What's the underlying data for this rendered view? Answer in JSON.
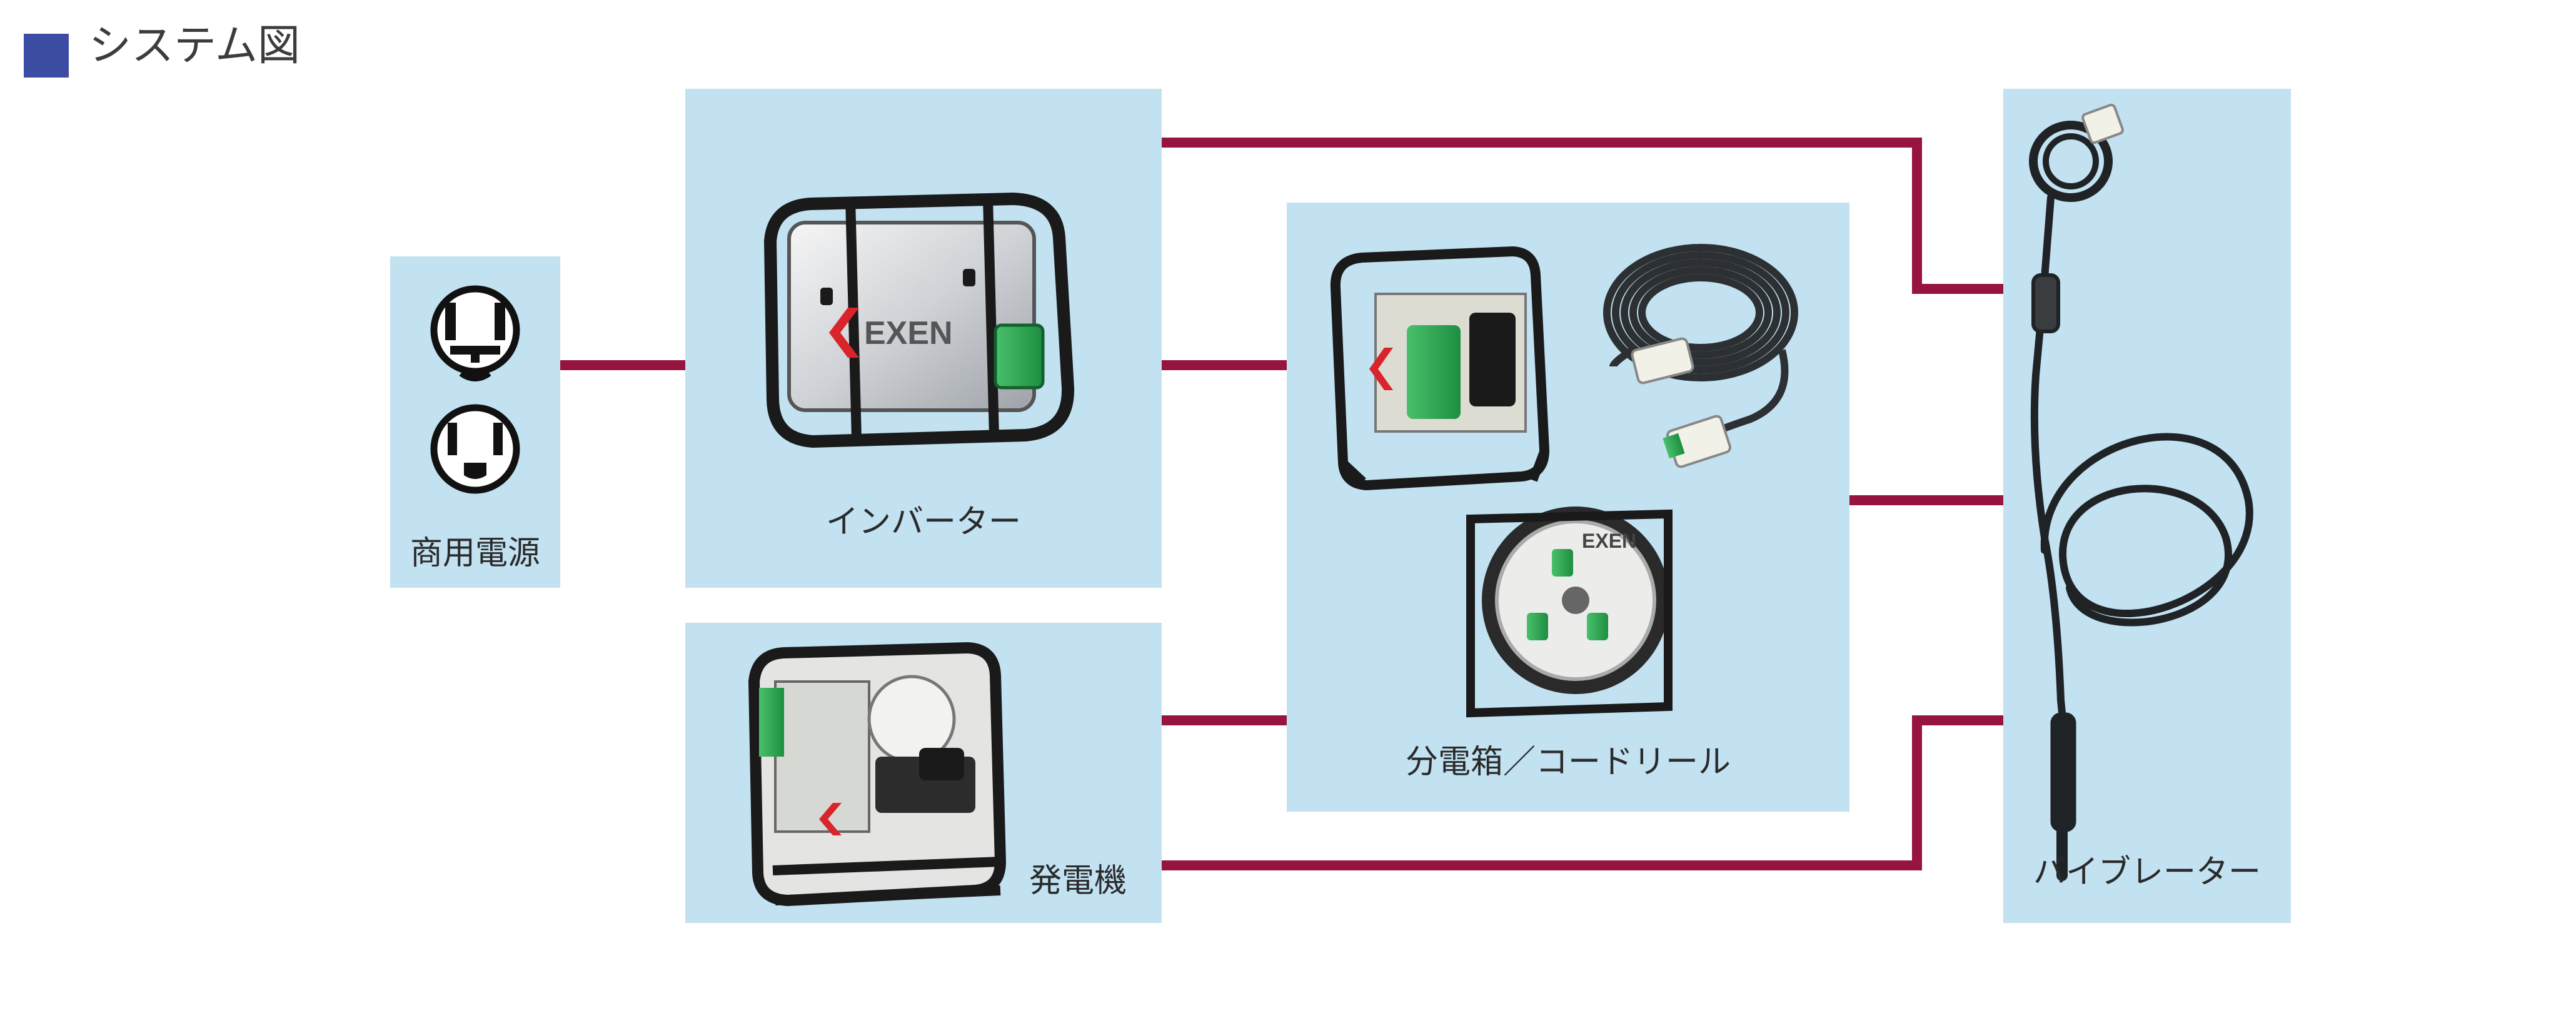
{
  "title": "システム図",
  "nodes": {
    "commercial_power": "商用電源",
    "inverter": "インバーター",
    "distribution": "分電箱／コードリール",
    "generator": "発電機",
    "vibrator": "バイブレーター"
  },
  "logo_text": "EXEN",
  "colors": {
    "title_square": "#3d4ca3",
    "box_fill": "#c2e1f1",
    "connector": "#96143f"
  }
}
